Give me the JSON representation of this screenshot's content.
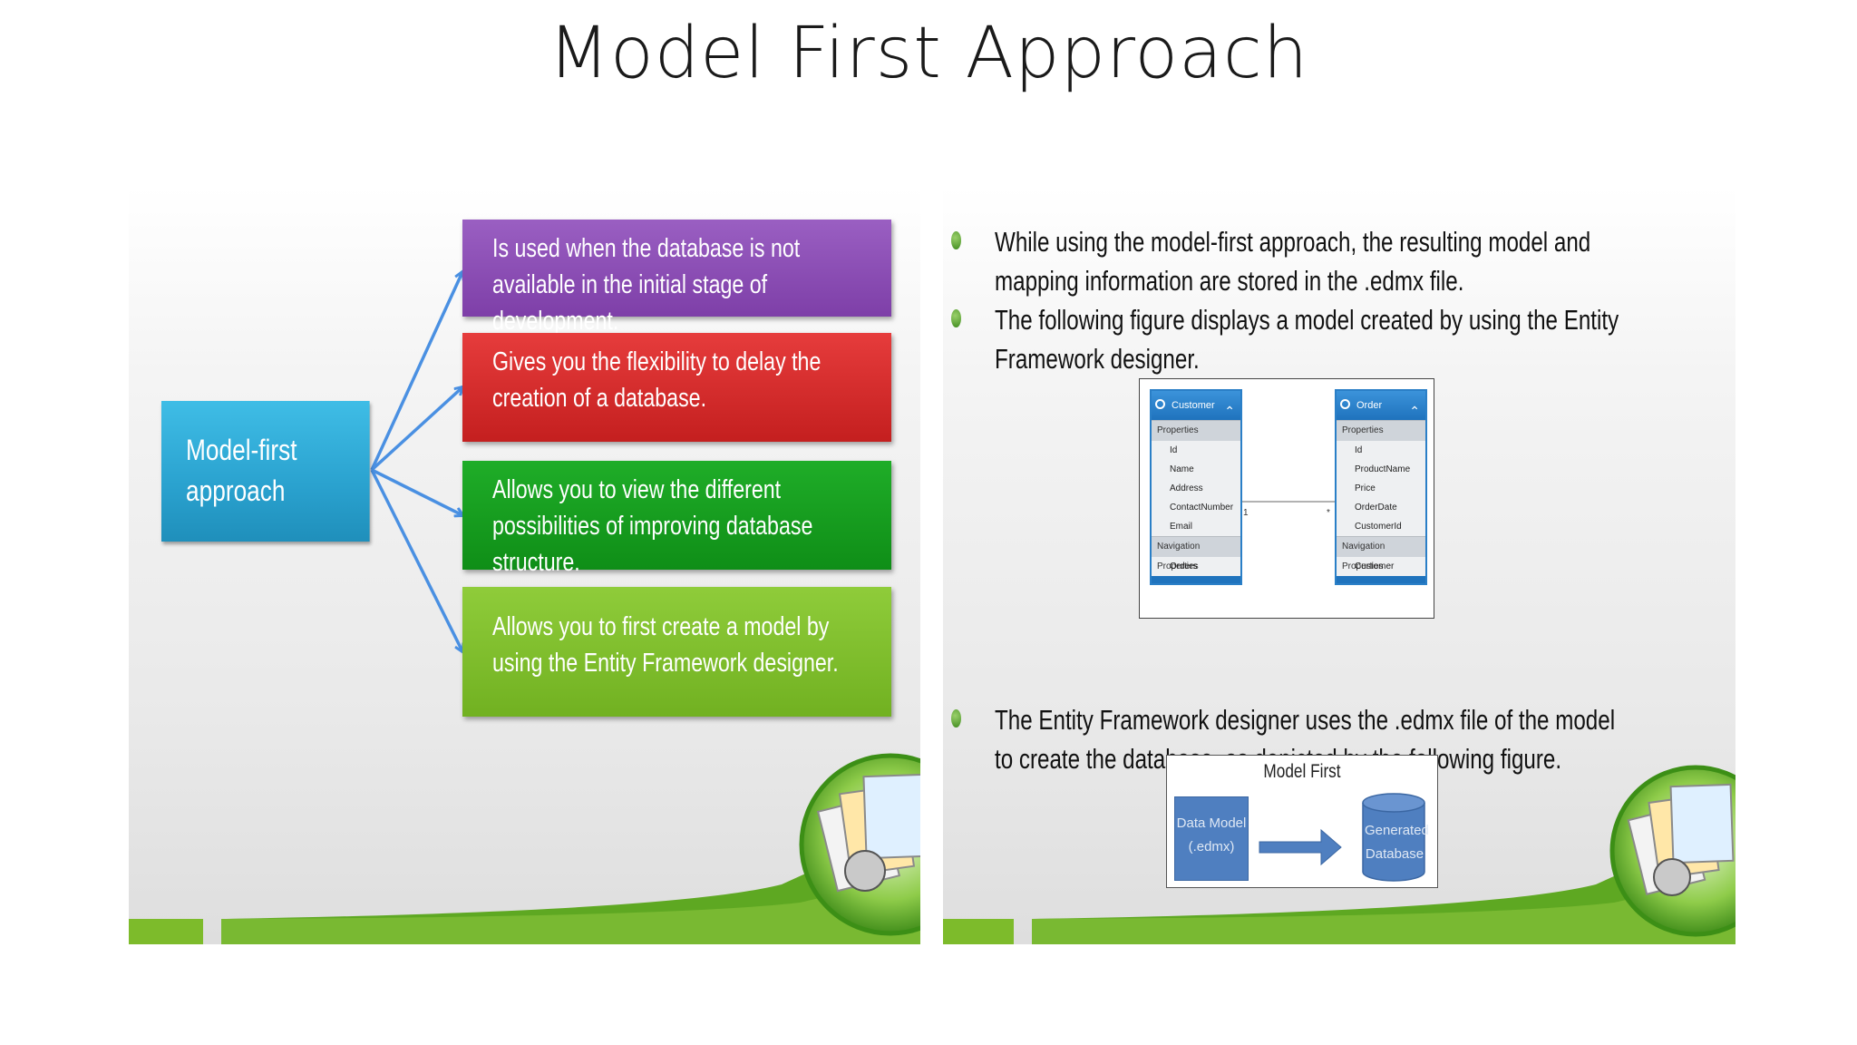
{
  "slide": {
    "title": "Model First Approach"
  },
  "left": {
    "hub": {
      "line1": "Model-first",
      "line2": "approach"
    },
    "features": [
      {
        "text": "Is used when the database is not available in the initial stage of development."
      },
      {
        "text": "Gives you the flexibility to delay the creation of a database."
      },
      {
        "text": "Allows you to view the different possibilities of improving database structure."
      },
      {
        "text": "Allows you to first create a model by using the Entity Framework designer."
      }
    ],
    "colors": {
      "hub": "#2aa2cf",
      "purple": "#7e3fa8",
      "red": "#c41f1f",
      "green": "#0f8e17",
      "lime": "#71b121",
      "arrow": "#4a90e2"
    }
  },
  "right": {
    "bullets": [
      "While using the model-first approach, the resulting model and mapping information are stored in the .edmx file.",
      "The following figure displays a model created by using the Entity Framework designer.",
      "The Entity Framework designer uses the .edmx file of the model to create the database, as depicted by the following figure."
    ],
    "entity_diagram": {
      "customer": {
        "name": "Customer",
        "section_properties": "Properties",
        "properties": [
          "Id",
          "Name",
          "Address",
          "ContactNumber",
          "Email"
        ],
        "section_nav": "Navigation Properties",
        "nav": [
          "Orders"
        ]
      },
      "order": {
        "name": "Order",
        "section_properties": "Properties",
        "properties": [
          "Id",
          "ProductName",
          "Price",
          "OrderDate",
          "CustomerId"
        ],
        "section_nav": "Navigation Properties",
        "nav": [
          "Customer"
        ]
      },
      "multiplicity_left": "1",
      "multiplicity_right": "*"
    },
    "model_first_figure": {
      "title": "Model First",
      "data_model_line1": "Data Model",
      "data_model_line2": "(.edmx)",
      "db_line1": "Generated",
      "db_line2": "Database"
    }
  }
}
